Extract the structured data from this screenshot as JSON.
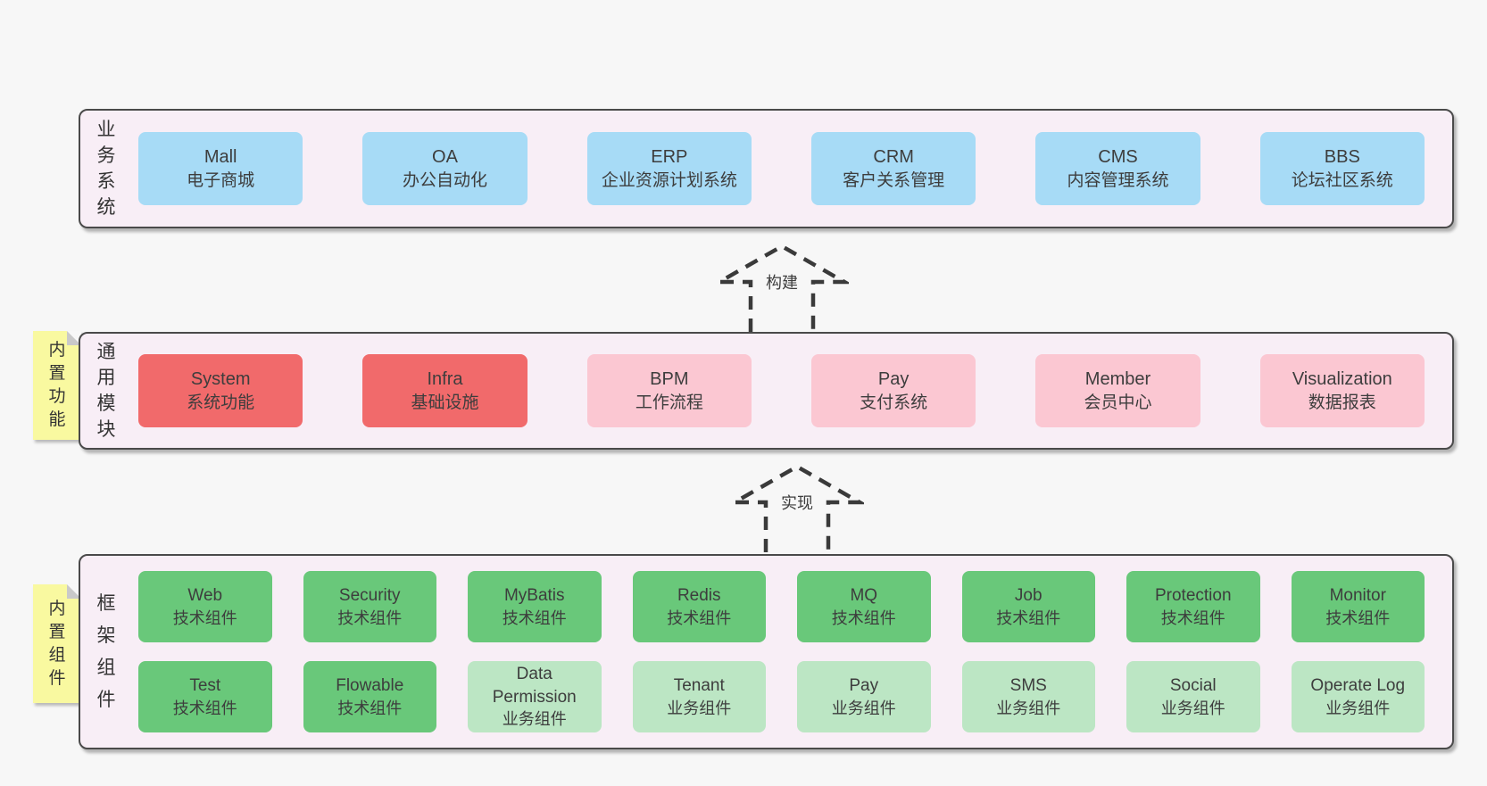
{
  "colors": {
    "page_bg": "#f7f7f7",
    "band_bg": "#f8eef6",
    "band_border": "#4a4a4a",
    "box_blue": "#a7dbf6",
    "box_red": "#f16a6b",
    "box_pink": "#fbc7d2",
    "box_green_dark": "#69c87a",
    "box_green_light": "#bce6c4",
    "sticky_yellow": "#f9f9a0",
    "arrow_stroke": "#3a3a3a",
    "text": "#3d3d3d"
  },
  "bands": {
    "business": {
      "label": "业务系统",
      "boxes": [
        {
          "title": "Mall",
          "subtitle": "电子商城",
          "variant": "blue"
        },
        {
          "title": "OA",
          "subtitle": "办公自动化",
          "variant": "blue"
        },
        {
          "title": "ERP",
          "subtitle": "企业资源计划系统",
          "variant": "blue"
        },
        {
          "title": "CRM",
          "subtitle": "客户关系管理",
          "variant": "blue"
        },
        {
          "title": "CMS",
          "subtitle": "内容管理系统",
          "variant": "blue"
        },
        {
          "title": "BBS",
          "subtitle": "论坛社区系统",
          "variant": "blue"
        }
      ]
    },
    "modules": {
      "label": "通用模块",
      "sticky": "内置功能",
      "boxes": [
        {
          "title": "System",
          "subtitle": "系统功能",
          "variant": "red"
        },
        {
          "title": "Infra",
          "subtitle": "基础设施",
          "variant": "red"
        },
        {
          "title": "BPM",
          "subtitle": "工作流程",
          "variant": "pink"
        },
        {
          "title": "Pay",
          "subtitle": "支付系统",
          "variant": "pink"
        },
        {
          "title": "Member",
          "subtitle": "会员中心",
          "variant": "pink"
        },
        {
          "title": "Visualization",
          "subtitle": "数据报表",
          "variant": "pink"
        }
      ]
    },
    "components": {
      "label": "框架组件",
      "sticky": "内置组件",
      "row1": [
        {
          "title": "Web",
          "subtitle": "技术组件",
          "variant": "green-dark"
        },
        {
          "title": "Security",
          "subtitle": "技术组件",
          "variant": "green-dark"
        },
        {
          "title": "MyBatis",
          "subtitle": "技术组件",
          "variant": "green-dark"
        },
        {
          "title": "Redis",
          "subtitle": "技术组件",
          "variant": "green-dark"
        },
        {
          "title": "MQ",
          "subtitle": "技术组件",
          "variant": "green-dark"
        },
        {
          "title": "Job",
          "subtitle": "技术组件",
          "variant": "green-dark"
        },
        {
          "title": "Protection",
          "subtitle": "技术组件",
          "variant": "green-dark"
        },
        {
          "title": "Monitor",
          "subtitle": "技术组件",
          "variant": "green-dark"
        }
      ],
      "row2": [
        {
          "title": "Test",
          "subtitle": "技术组件",
          "variant": "green-dark"
        },
        {
          "title": "Flowable",
          "subtitle": "技术组件",
          "variant": "green-dark"
        },
        {
          "title": "Data Permission",
          "subtitle": "业务组件",
          "variant": "green-light"
        },
        {
          "title": "Tenant",
          "subtitle": "业务组件",
          "variant": "green-light"
        },
        {
          "title": "Pay",
          "subtitle": "业务组件",
          "variant": "green-light"
        },
        {
          "title": "SMS",
          "subtitle": "业务组件",
          "variant": "green-light"
        },
        {
          "title": "Social",
          "subtitle": "业务组件",
          "variant": "green-light"
        },
        {
          "title": "Operate Log",
          "subtitle": "业务组件",
          "variant": "green-light"
        }
      ]
    }
  },
  "arrows": {
    "build": "构建",
    "implement": "实现"
  }
}
